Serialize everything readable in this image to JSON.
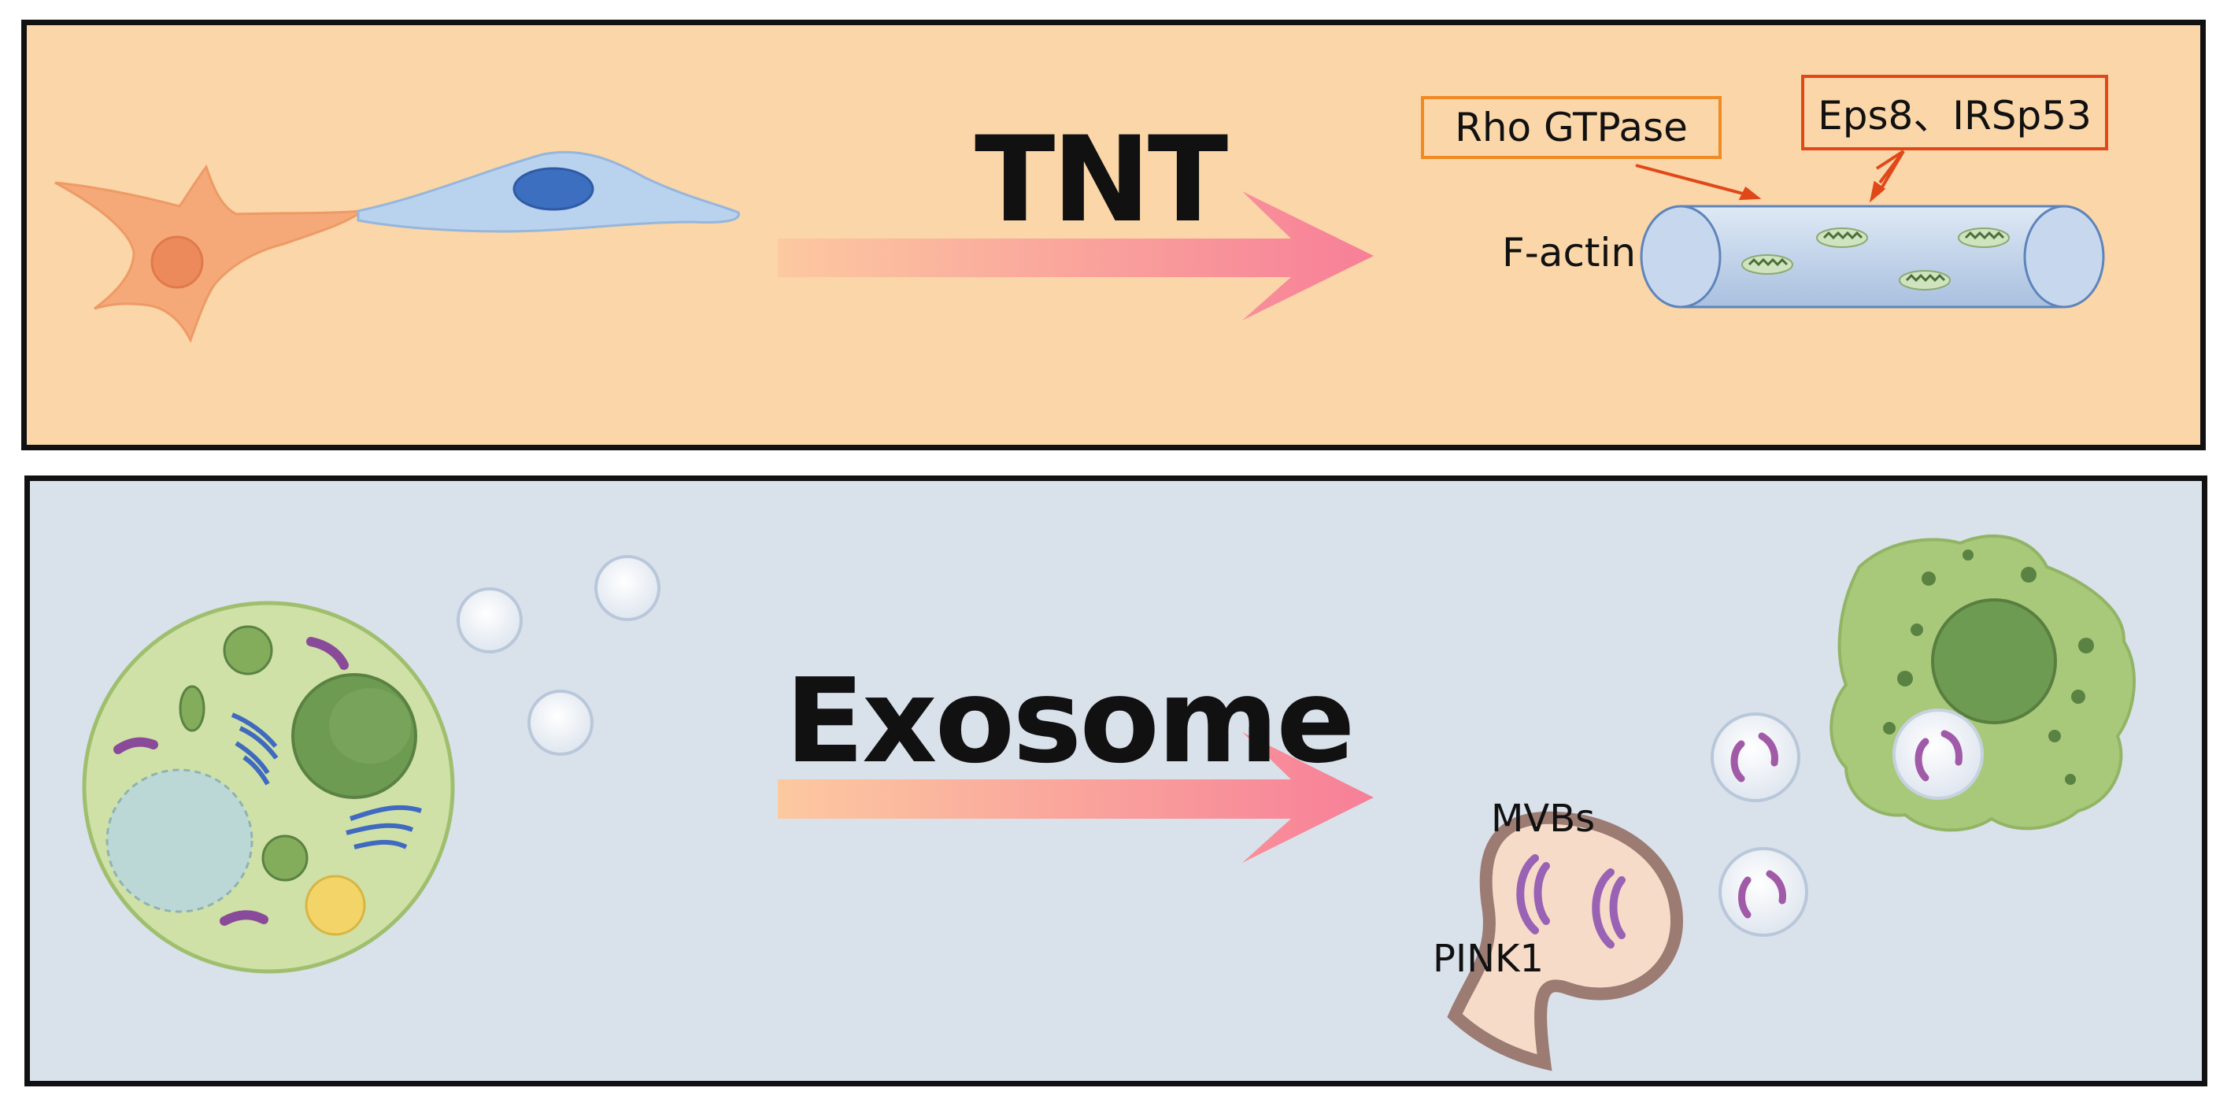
{
  "tnt_panel": {
    "title": "TNT",
    "labels": {
      "rho_gtpase": "Rho GTPase",
      "eps8_irsp53": "Eps8、IRSp53",
      "f_actin": "F-actin"
    },
    "colors": {
      "background": "#fad6a8",
      "callout_border": "#ec6a1c",
      "arrow_gradient": [
        "#fcc9a0",
        "#f77f98"
      ]
    }
  },
  "exosome_panel": {
    "title": "Exosome",
    "labels": {
      "mvbs": "MVBs",
      "pink1": "PINK1"
    },
    "colors": {
      "background": "#d9e1eb",
      "arrow_gradient": [
        "#fcc9a0",
        "#f77f98"
      ]
    }
  }
}
